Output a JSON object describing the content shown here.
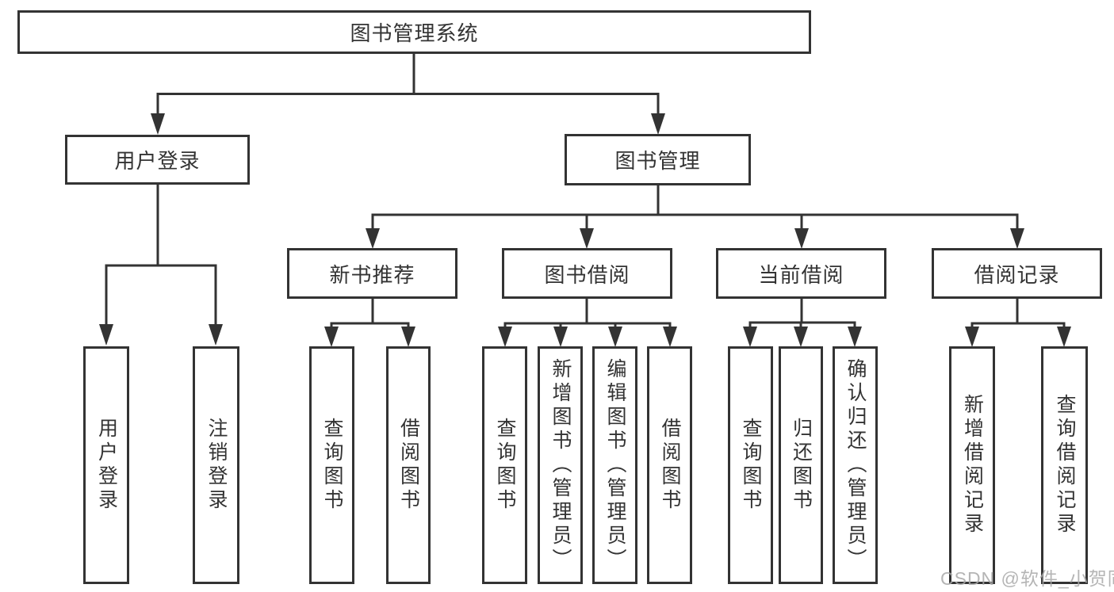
{
  "diagram_type": "hierarchy-tree",
  "colors": {
    "line": "#333333",
    "box_border": "#333333",
    "text": "#333333",
    "background": "#ffffff",
    "watermark": "#a8a8a8"
  },
  "tree": {
    "label": "图书管理系统",
    "children": [
      {
        "label": "用户登录",
        "children": [
          {
            "label": "用户登录"
          },
          {
            "label": "注销登录"
          }
        ]
      },
      {
        "label": "图书管理",
        "children": [
          {
            "label": "新书推荐",
            "children": [
              {
                "label": "查询图书"
              },
              {
                "label": "借阅图书"
              }
            ]
          },
          {
            "label": "图书借阅",
            "children": [
              {
                "label": "查询图书"
              },
              {
                "label": "新增图书（管理员）"
              },
              {
                "label": "编辑图书（管理员）"
              },
              {
                "label": "借阅图书"
              }
            ]
          },
          {
            "label": "当前借阅",
            "children": [
              {
                "label": "查询图书"
              },
              {
                "label": "归还图书"
              },
              {
                "label": "确认归还（管理员）"
              }
            ]
          },
          {
            "label": "借阅记录",
            "children": [
              {
                "label": "新增借阅记录"
              },
              {
                "label": "查询借阅记录"
              }
            ]
          }
        ]
      }
    ]
  },
  "watermark": {
    "text": "CSDN @软件_小贺同学"
  }
}
